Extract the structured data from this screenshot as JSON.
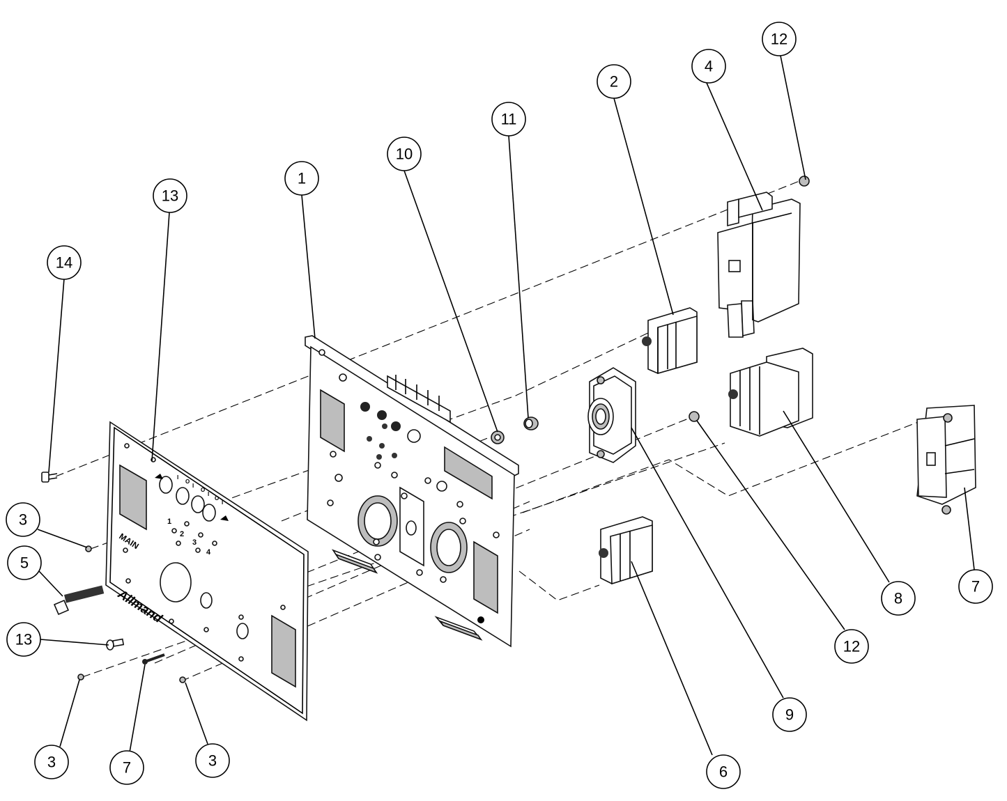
{
  "diagram": {
    "callouts": [
      {
        "id": "c1",
        "label": "1"
      },
      {
        "id": "c2",
        "label": "2"
      },
      {
        "id": "c3a",
        "label": "3"
      },
      {
        "id": "c3b",
        "label": "3"
      },
      {
        "id": "c3c",
        "label": "3"
      },
      {
        "id": "c4",
        "label": "4"
      },
      {
        "id": "c5",
        "label": "5"
      },
      {
        "id": "c6",
        "label": "6"
      },
      {
        "id": "c7a",
        "label": "7"
      },
      {
        "id": "c7b",
        "label": "7"
      },
      {
        "id": "c8",
        "label": "8"
      },
      {
        "id": "c9",
        "label": "9"
      },
      {
        "id": "c10",
        "label": "10"
      },
      {
        "id": "c11",
        "label": "11"
      },
      {
        "id": "c12a",
        "label": "12"
      },
      {
        "id": "c12b",
        "label": "12"
      },
      {
        "id": "c13a",
        "label": "13"
      },
      {
        "id": "c13b",
        "label": "13"
      },
      {
        "id": "c14",
        "label": "14"
      }
    ],
    "front_panel": {
      "main_label": "MAIN",
      "logo_text": "Allmand",
      "circuit_numbers": [
        "1",
        "2",
        "3",
        "4"
      ],
      "switch_marks": [
        "I",
        "O",
        "I",
        "O",
        "I",
        "O",
        "I"
      ]
    }
  }
}
